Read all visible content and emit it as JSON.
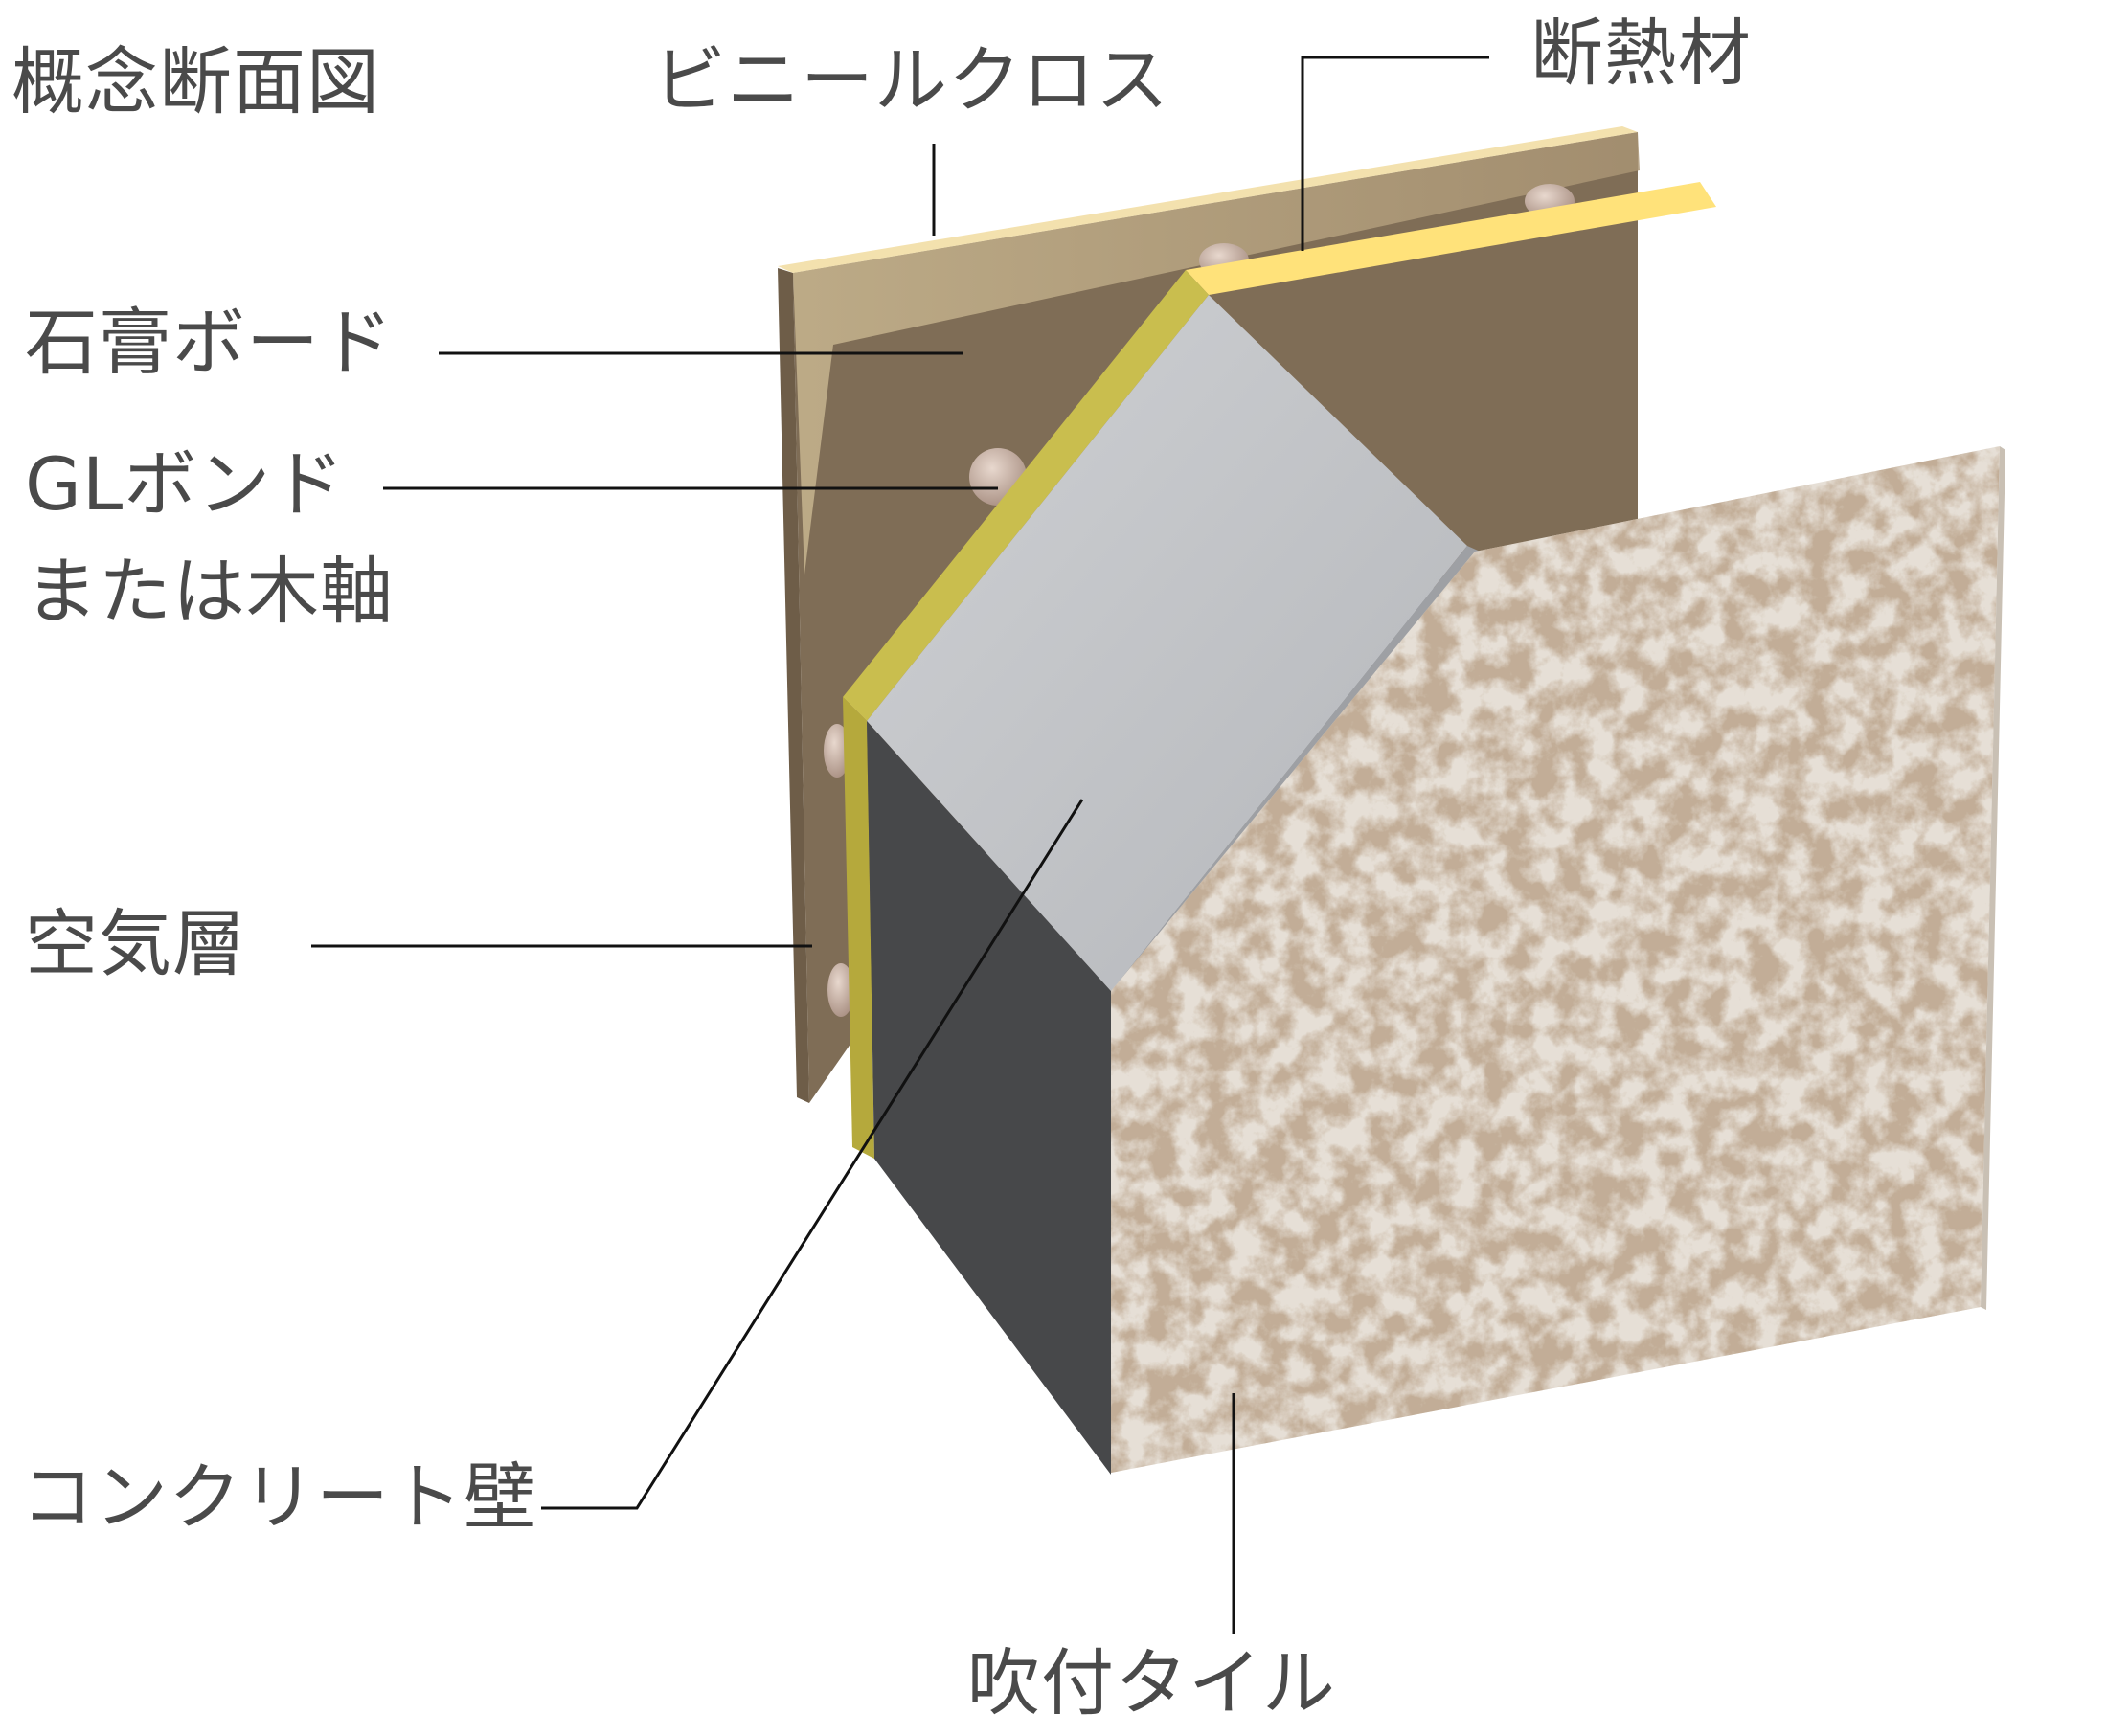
{
  "title": "概念断面図",
  "labels": {
    "vinyl_cloth": "ビニールクロス",
    "insulation": "断熱材",
    "gypsum_board": "石膏ボード",
    "gl_bond_line1": "GLボンド",
    "gl_bond_line2": "または木軸",
    "air_layer": "空気層",
    "concrete_wall": "コンクリート壁",
    "sprayed_tile": "吹付タイル"
  },
  "colors": {
    "gypsum_board": "#7f6d56",
    "gypsum_board_top": "#b3a07c",
    "vinyl_cloth_edge": "#f3e1ae",
    "insulation": "#c9be4e",
    "insulation_top": "#ffe27a",
    "concrete_face": "#c1c3c6",
    "concrete_side": "#47484a",
    "sprayed_tile": "#e6dfd6",
    "sprayed_tile_speckle": "#8a6a4e",
    "leader_line": "#111111",
    "label_text": "#4a4a4a"
  }
}
